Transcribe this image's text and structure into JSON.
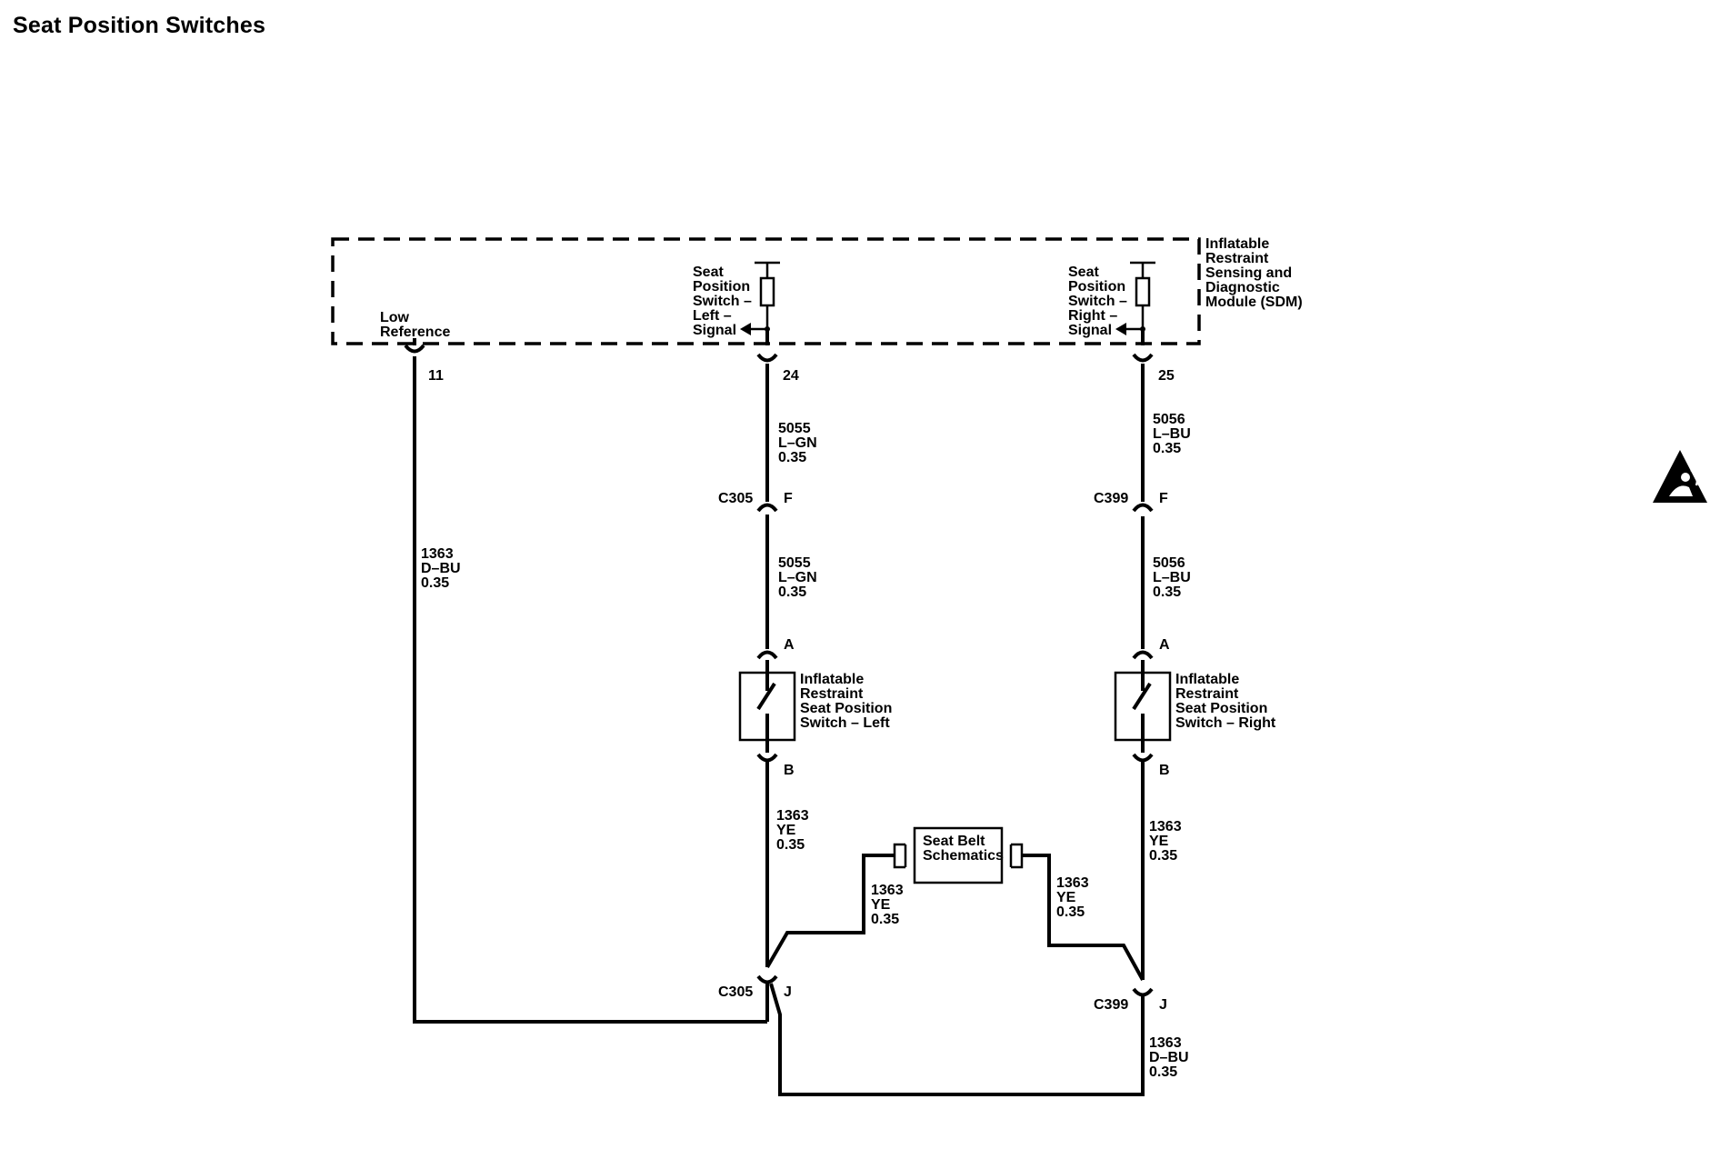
{
  "title": "Seat Position Switches",
  "colors": {
    "line": "#000000",
    "background": "#ffffff"
  },
  "module": {
    "name_lines": [
      "Inflatable",
      "Restraint",
      "Sensing and",
      "Diagnostic",
      "Module (SDM)"
    ],
    "low_reference_lines": [
      "Low",
      "Reference"
    ],
    "left_signal_lines": [
      "Seat",
      "Position",
      "Switch –",
      "Left –",
      "Signal"
    ],
    "right_signal_lines": [
      "Seat",
      "Position",
      "Switch –",
      "Right –",
      "Signal"
    ]
  },
  "pins": {
    "low_ref": "11",
    "left": "24",
    "right": "25"
  },
  "wires": {
    "low_ref": [
      "1363",
      "D–BU",
      "0.35"
    ],
    "left_upper": [
      "5055",
      "L–GN",
      "0.35"
    ],
    "left_mid": [
      "5055",
      "L–GN",
      "0.35"
    ],
    "left_lower": [
      "1363",
      "YE",
      "0.35"
    ],
    "right_upper": [
      "5056",
      "L–BU",
      "0.35"
    ],
    "right_mid": [
      "5056",
      "L–BU",
      "0.35"
    ],
    "right_lower": [
      "1363",
      "YE",
      "0.35"
    ],
    "belt_left": [
      "1363",
      "YE",
      "0.35"
    ],
    "belt_right": [
      "1363",
      "YE",
      "0.35"
    ],
    "bottom_right": [
      "1363",
      "D–BU",
      "0.35"
    ]
  },
  "connectors": {
    "left_f": {
      "name": "C305",
      "pin": "F"
    },
    "right_f": {
      "name": "C399",
      "pin": "F"
    },
    "left_j": {
      "name": "C305",
      "pin": "J"
    },
    "right_j": {
      "name": "C399",
      "pin": "J"
    },
    "left_switch_a": "A",
    "left_switch_b": "B",
    "right_switch_a": "A",
    "right_switch_b": "B"
  },
  "switches": {
    "left_lines": [
      "Inflatable",
      "Restraint",
      "Seat Position",
      "Switch – Left"
    ],
    "right_lines": [
      "Inflatable",
      "Restraint",
      "Seat Position",
      "Switch – Right"
    ]
  },
  "seat_belt_box": [
    "Seat Belt",
    "Schematics"
  ],
  "corner_icon": "airbag-warning-icon"
}
